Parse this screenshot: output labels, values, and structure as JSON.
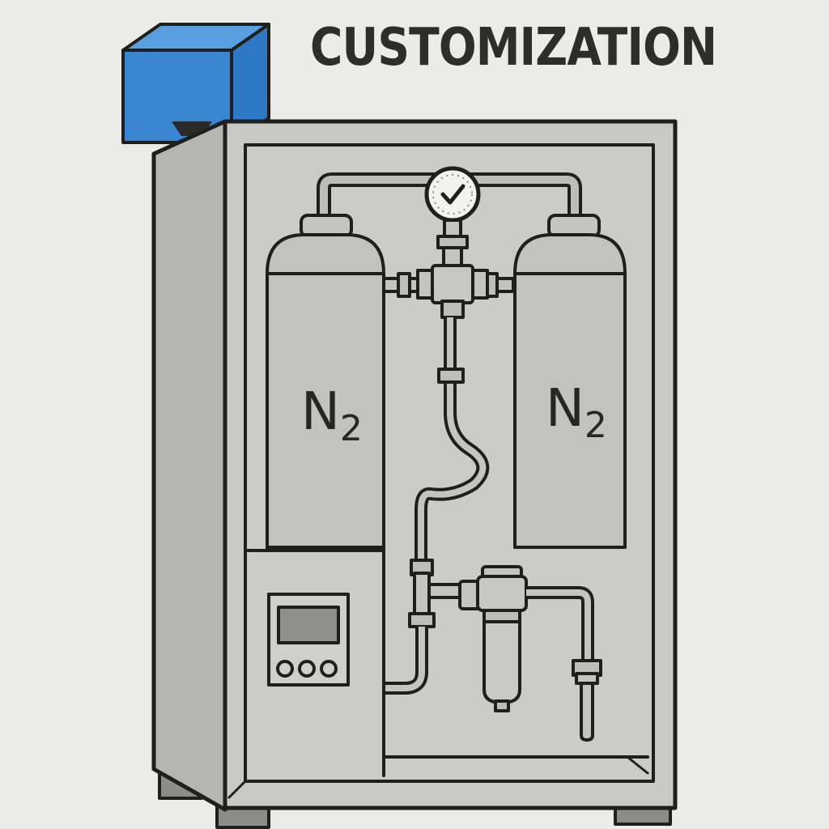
{
  "title": "CUSTOMIZATION",
  "tanks": [
    {
      "label_main": "N",
      "label_sub": "2"
    },
    {
      "label_main": "N",
      "label_sub": "2"
    }
  ],
  "colors": {
    "background": "#ebebea",
    "cabinet": "#c9c9c6",
    "cabinet_side": "#b5b5b2",
    "outline": "#1f1f1d",
    "module_box": "#3a86d0"
  },
  "icons": {
    "gauge": "check-mark-gauge",
    "box": "blue-module-cube"
  }
}
